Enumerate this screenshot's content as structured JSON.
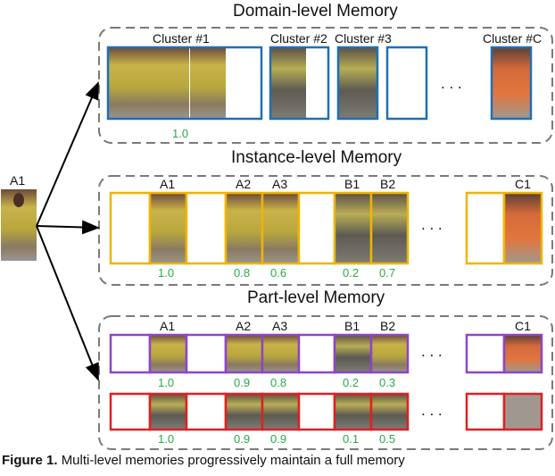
{
  "colors": {
    "domain_box": "#1f6fb5",
    "instance_box": "#f0b400",
    "part_upper_box": "#8e44c8",
    "part_lower_box": "#e02020",
    "dashed_frame": "#7a7a7a",
    "score_text": "#2aa84a",
    "arrow": "#000000"
  },
  "query": {
    "label": "A1"
  },
  "domain": {
    "title": "Domain-level Memory",
    "clusters": [
      "Cluster #1",
      "Cluster #2",
      "Cluster #3",
      "Cluster #C"
    ],
    "score": "1.0",
    "ellipsis": ". . ."
  },
  "instance": {
    "title": "Instance-level Memory",
    "labels": [
      "A1",
      "A2",
      "A3",
      "B1",
      "B2",
      "C1"
    ],
    "scores": [
      "1.0",
      "0.8",
      "0.6",
      "0.2",
      "0.7"
    ],
    "ellipsis": ". . ."
  },
  "part": {
    "title": "Part-level Memory",
    "labels": [
      "A1",
      "A2",
      "A3",
      "B1",
      "B2",
      "C1"
    ],
    "upper_scores": [
      "1.0",
      "0.9",
      "0.8",
      "0.2",
      "0.3"
    ],
    "lower_scores": [
      "1.0",
      "0.9",
      "0.9",
      "0.1",
      "0.5"
    ],
    "ellipsis_upper": ". . .",
    "ellipsis_lower": ". . ."
  },
  "caption": {
    "label": "Figure 1.",
    "text": "Multi-level memories progressively maintain a full memory"
  }
}
